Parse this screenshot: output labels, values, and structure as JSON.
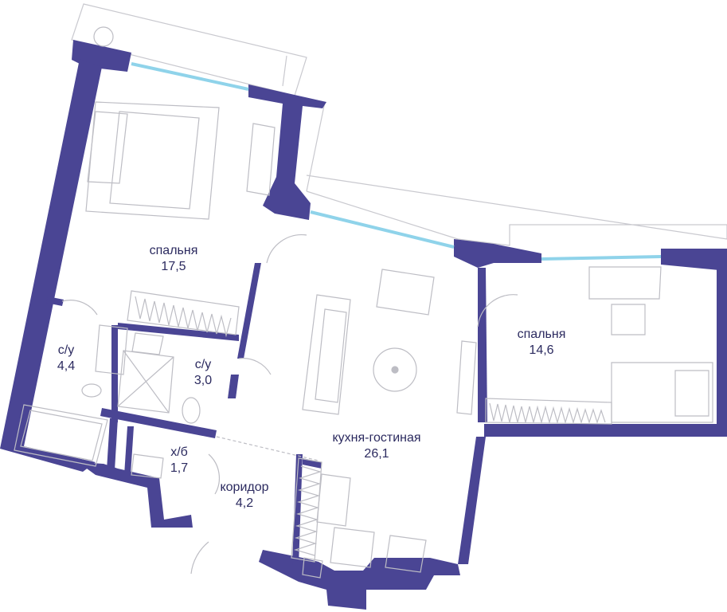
{
  "colors": {
    "wall": "#4a4594",
    "line": "#c9c9cf",
    "furniture": "#bdbdc4",
    "window": "#8fd3ea",
    "text": "#2b2a5f",
    "background": "#ffffff"
  },
  "rooms": [
    {
      "id": "bedroom1",
      "name": "спальня",
      "area": "17,5"
    },
    {
      "id": "bath1",
      "name": "с/у",
      "area": "4,4"
    },
    {
      "id": "bath2",
      "name": "с/у",
      "area": "3,0"
    },
    {
      "id": "storage",
      "name": "х/б",
      "area": "1,7"
    },
    {
      "id": "corridor",
      "name": "коридор",
      "area": "4,2"
    },
    {
      "id": "kitchen",
      "name": "кухня-гостиная",
      "area": "26,1"
    },
    {
      "id": "bedroom2",
      "name": "спальня",
      "area": "14,6"
    }
  ],
  "icons": [
    "floor-plan-icon",
    "bed-icon",
    "sofa-icon",
    "armchair-icon",
    "round-table-icon",
    "wardrobe-icon",
    "bathtub-icon",
    "shower-icon",
    "toilet-icon",
    "sink-icon",
    "stove-icon",
    "washer-icon",
    "door-icon",
    "window-icon"
  ]
}
